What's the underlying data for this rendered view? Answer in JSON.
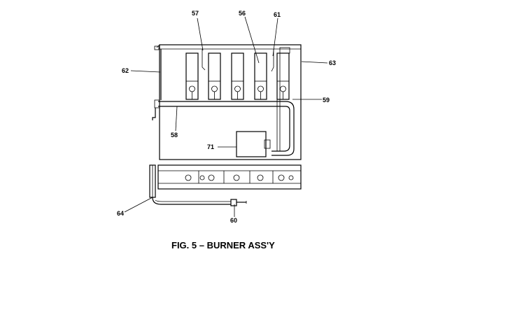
{
  "caption": "FIG. 5 – BURNER ASS'Y",
  "callouts": {
    "c57": "57",
    "c56": "56",
    "c61": "61",
    "c62": "62",
    "c63": "63",
    "c59": "59",
    "c58": "58",
    "c71": "71",
    "c64": "64",
    "c60": "60"
  }
}
